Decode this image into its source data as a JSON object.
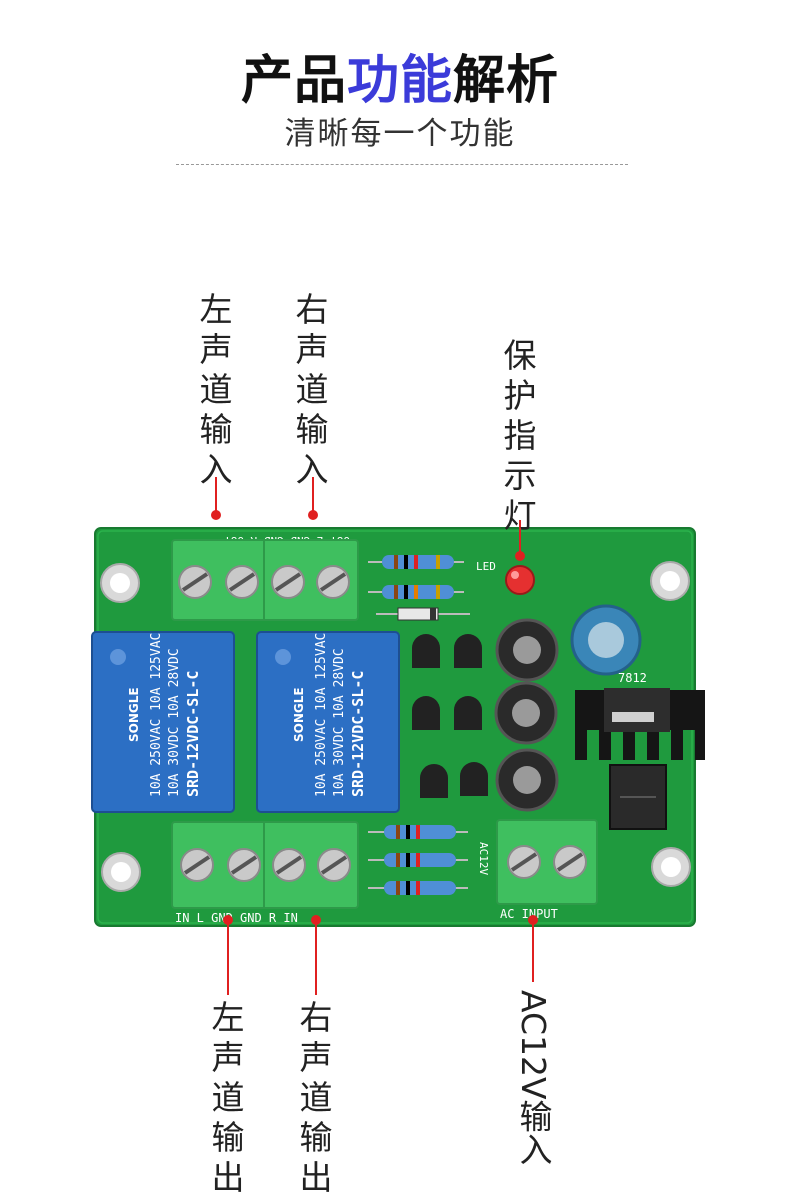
{
  "header": {
    "title_part1": "产品",
    "title_accent": "功能",
    "title_part2": "解析",
    "subtitle": "清晰每一个功能"
  },
  "colors": {
    "accent": "#3b3bd9",
    "pcb": "#1f9a3e",
    "terminal": "#3fbf5f",
    "relay": "#2c6fc4",
    "pointer": "#e02020"
  },
  "callouts": {
    "left_in": "左声道输入",
    "right_in": "右声道输入",
    "led": "保护指示灯",
    "left_out": "左声道输出",
    "right_out": "右声道输出",
    "ac_in": "AC12V输入"
  },
  "board": {
    "silk_top": "OUT L GND GND R OUT",
    "silk_bottom_left": "IN L GND GND R IN",
    "silk_bottom_right": "AC INPUT",
    "silk_ac": "AC12V",
    "led_label": "LED",
    "regulator": "7812",
    "relay": {
      "brand": "SONGLE",
      "model": "SRD-12VDC-SL-C",
      "rating1": "10A 250VAC 10A 125VAC",
      "rating2": "10A 30VDC 10A 28VDC"
    }
  }
}
